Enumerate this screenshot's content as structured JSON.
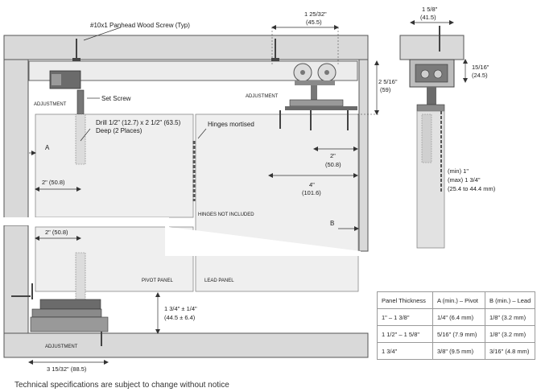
{
  "labels": {
    "screw": "#10x1 Panhead Wood Screw (Typ)",
    "set_screw": "Set Screw",
    "adjustment_top_left": "ADJUSTMENT",
    "adjustment_top_right": "ADJUSTMENT",
    "adjustment_bottom": "ADJUSTMENT",
    "drill_line1": "Drill 1/2\" (12.7) x 2 1/2\" (63.5)",
    "drill_line2": "Deep (2 Places)",
    "hinges_mortised": "Hinges mortised",
    "hinges_not_included": "HINGES NOT INCLUDED",
    "pivot_panel": "PIVOT PANEL",
    "lead_panel": "LEAD PANEL",
    "marker_a": "A",
    "marker_b": "B"
  },
  "dimensions": {
    "top_width_frac": "1 25/32\"",
    "top_width_mm": "(45.5)",
    "height_frac": "2 5/16\"",
    "height_mm": "(59)",
    "two_inch_a": "2\"  (50.8)",
    "two_inch_b_frac": "2\"",
    "two_inch_b_mm": "(50.8)",
    "four_inch_frac": "4\"",
    "four_inch_mm": "(101.6)",
    "two_inch_c": "2\"  (50.8)",
    "bottom_gap_frac": "1 3/4\" ± 1/4\"",
    "bottom_gap_mm": "(44.5 ± 6.4)",
    "bottom_width_frac": "3 15/32\" (88.5)",
    "side_width_frac": "1 5/8\"",
    "side_width_mm": "(41.5)",
    "side_drop_frac": "15/16\"",
    "side_drop_mm": "(24.5)",
    "panel_range_1": "(min) 1\"",
    "panel_range_2": "(max) 1 3/4\"",
    "panel_range_3": "(25.4 to 44.4 mm)"
  },
  "table": {
    "headers": [
      "Panel Thickness",
      "A (min.) – Pivot",
      "B (min.) – Lead"
    ],
    "rows": [
      [
        "1\" – 1 3/8\"",
        "1/4\" (6.4 mm)",
        "1/8\" (3.2 mm)"
      ],
      [
        "1 1/2\" – 1 5/8\"",
        "5/16\" (7.9 mm)",
        "1/8\" (3.2 mm)"
      ],
      [
        "1 3/4\"",
        "3/8\" (9.5 mm)",
        "3/16\" (4.8 mm)"
      ]
    ]
  },
  "footnote": "Technical specifications are subject to change without notice",
  "colors": {
    "frame": "#d9d9d9",
    "track": "#ececec",
    "panel": "#efefef",
    "hardware": "#6b6b6b",
    "outline": "#555555"
  }
}
